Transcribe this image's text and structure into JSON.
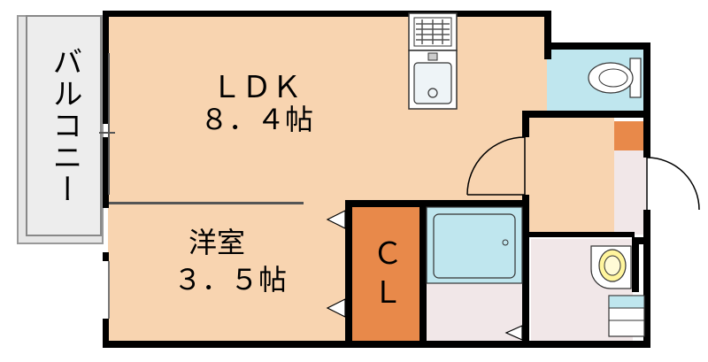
{
  "rooms": {
    "ldk": {
      "name": "ＬＤＫ",
      "size": "８．４帖"
    },
    "western": {
      "name": "洋室",
      "size": "３．５帖"
    },
    "closet": {
      "line1": "Ｃ",
      "line2": "Ｌ"
    },
    "balcony": {
      "label": "バルコニー"
    }
  },
  "colors": {
    "room_fill": "#f8d4b0",
    "closet_fill": "#e8894a",
    "bath_fill": "#bfe6ee",
    "balcony_fill": "#e6e6e6",
    "floor_grey": "#f1e7e8",
    "wall": "#000000"
  },
  "fixtures": [
    "stove-icon",
    "kitchen-sink-icon",
    "toilet-icon",
    "bathtub-icon",
    "washbasin-icon",
    "washer-icon"
  ]
}
